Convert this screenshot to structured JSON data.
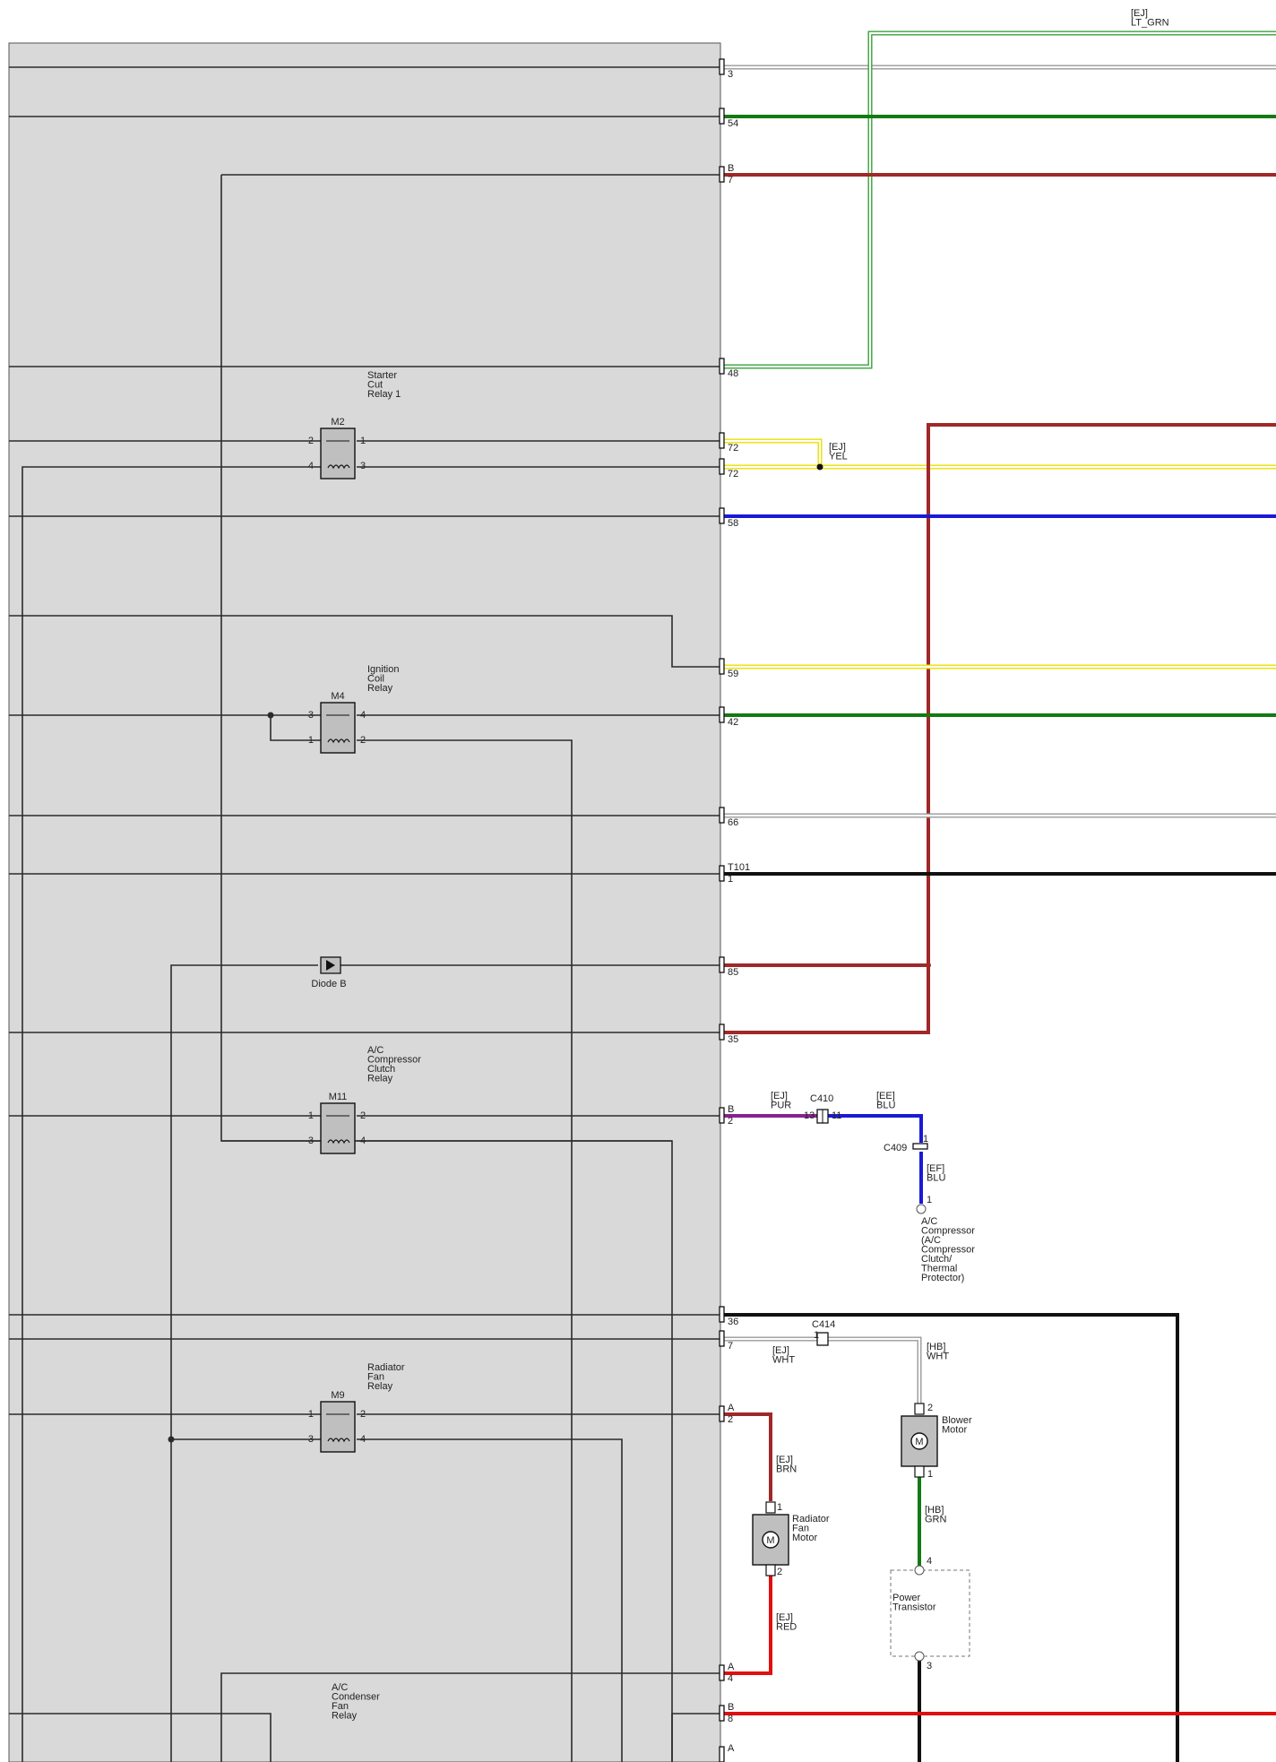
{
  "diagram": {
    "colors": {
      "panel_fill": "#d9d9d9",
      "panel_wire": "#2b2b2b",
      "white_wire": "#9a9a9a",
      "green": "#137a13",
      "lt_green": "#3aa03a",
      "red_brown": "#a02828",
      "yellow": "#e8e000",
      "blue": "#1a1ad6",
      "black": "#111111",
      "purple": "#8a2090",
      "bright_red": "#e01010"
    },
    "pins": [
      {
        "num": "3"
      },
      {
        "num": "54"
      },
      {
        "num": "7",
        "conn": "B"
      },
      {
        "num": "48"
      },
      {
        "num": "72"
      },
      {
        "num": "72"
      },
      {
        "num": "58"
      },
      {
        "num": "59"
      },
      {
        "num": "42"
      },
      {
        "num": "66"
      },
      {
        "num": "1",
        "conn": "T101"
      },
      {
        "num": "85"
      },
      {
        "num": "35"
      },
      {
        "num": "2",
        "conn": "B"
      },
      {
        "num": "36"
      },
      {
        "num": "7"
      },
      {
        "num": "2",
        "conn": "A"
      },
      {
        "num": "4",
        "conn": "A"
      },
      {
        "num": "8",
        "conn": "B"
      },
      {
        "num": "",
        "conn": "A"
      }
    ],
    "relays": [
      {
        "id": "M2",
        "title": [
          "Starter",
          "Cut",
          "Relay 1"
        ],
        "pins": [
          "2",
          "1",
          "4",
          "3"
        ]
      },
      {
        "id": "M4",
        "title": [
          "Ignition",
          "Coil",
          "Relay"
        ],
        "pins": [
          "3",
          "4",
          "1",
          "2"
        ]
      },
      {
        "id": "M11",
        "title": [
          "A/C",
          "Compressor",
          "Clutch",
          "Relay"
        ],
        "pins": [
          "1",
          "2",
          "3",
          "4"
        ]
      },
      {
        "id": "M9",
        "title": [
          "Radiator",
          "Fan",
          "Relay"
        ],
        "pins": [
          "1",
          "2",
          "3",
          "4"
        ]
      }
    ],
    "relay_acc": {
      "title": [
        "A/C",
        "Condenser",
        "Fan",
        "Relay"
      ]
    },
    "diode": {
      "label": "Diode B"
    },
    "wire_labels": [
      {
        "lines": [
          "[EJ]",
          "LT_GRN"
        ]
      },
      {
        "lines": [
          "[EJ]",
          "YEL"
        ]
      },
      {
        "lines": [
          "[EJ]",
          "PUR"
        ]
      },
      {
        "lines": [
          "[EE]",
          "BLU"
        ]
      },
      {
        "lines": [
          "[EF]",
          "BLU"
        ]
      },
      {
        "lines": [
          "[EJ]",
          "WHT"
        ]
      },
      {
        "lines": [
          "[HB]",
          "WHT"
        ]
      },
      {
        "lines": [
          "[EJ]",
          "BRN"
        ]
      },
      {
        "lines": [
          "[HB]",
          "GRN"
        ]
      },
      {
        "lines": [
          "[EJ]",
          "RED"
        ]
      }
    ],
    "connectors": [
      {
        "name": "C410",
        "left": "13",
        "right": "11"
      },
      {
        "name": "C409",
        "pin": "1"
      },
      {
        "name": "C414",
        "pin": "1"
      }
    ],
    "components": [
      {
        "name": [
          "A/C",
          "Compressor",
          "(A/C",
          "Compressor",
          "Clutch/",
          "Thermal",
          "Protector)"
        ],
        "pin": "1"
      },
      {
        "name": [
          "Blower",
          "Motor"
        ],
        "pins": [
          "2",
          "1"
        ]
      },
      {
        "name": [
          "Radiator",
          "Fan",
          "Motor"
        ],
        "pins": [
          "1",
          "2"
        ]
      },
      {
        "name": [
          "Power",
          "Transistor"
        ],
        "pins": [
          "4",
          "3"
        ]
      }
    ]
  }
}
